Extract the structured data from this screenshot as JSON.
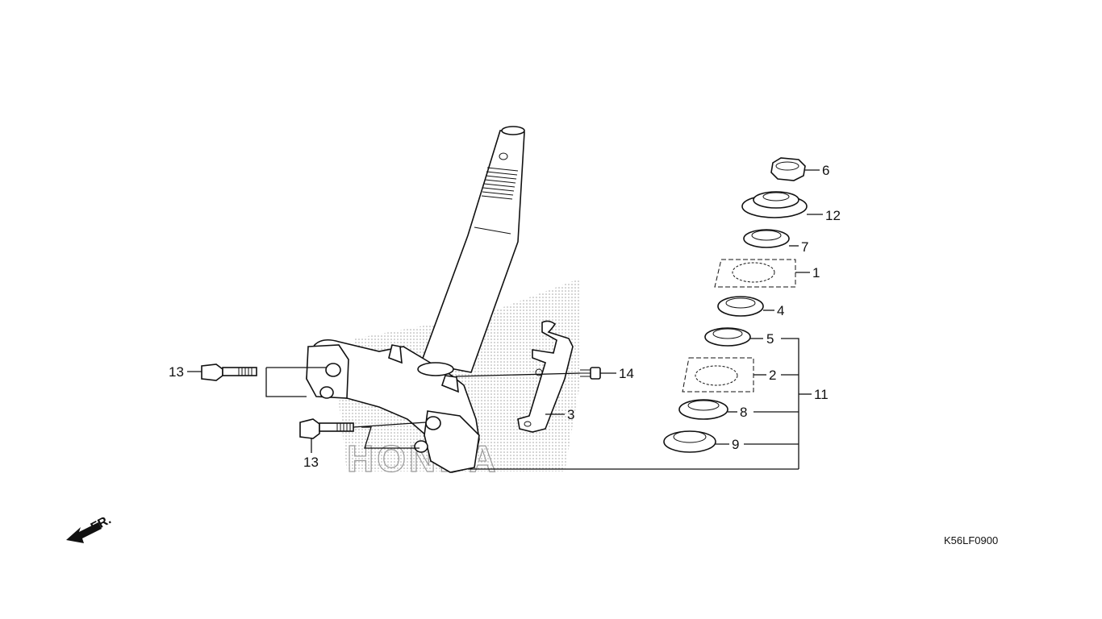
{
  "diagram": {
    "code": "K56LF0900",
    "direction_label": "FR.",
    "watermark": "HONDA",
    "callouts": {
      "c1": "1",
      "c2": "2",
      "c3": "3",
      "c4": "4",
      "c5": "5",
      "c6": "6",
      "c7": "7",
      "c8": "8",
      "c9": "9",
      "c11": "11",
      "c12": "12",
      "c13a": "13",
      "c13b": "13",
      "c14": "14"
    },
    "colors": {
      "ink": "#111111",
      "screen": "#bdbdbd",
      "paper": "#ffffff"
    }
  }
}
